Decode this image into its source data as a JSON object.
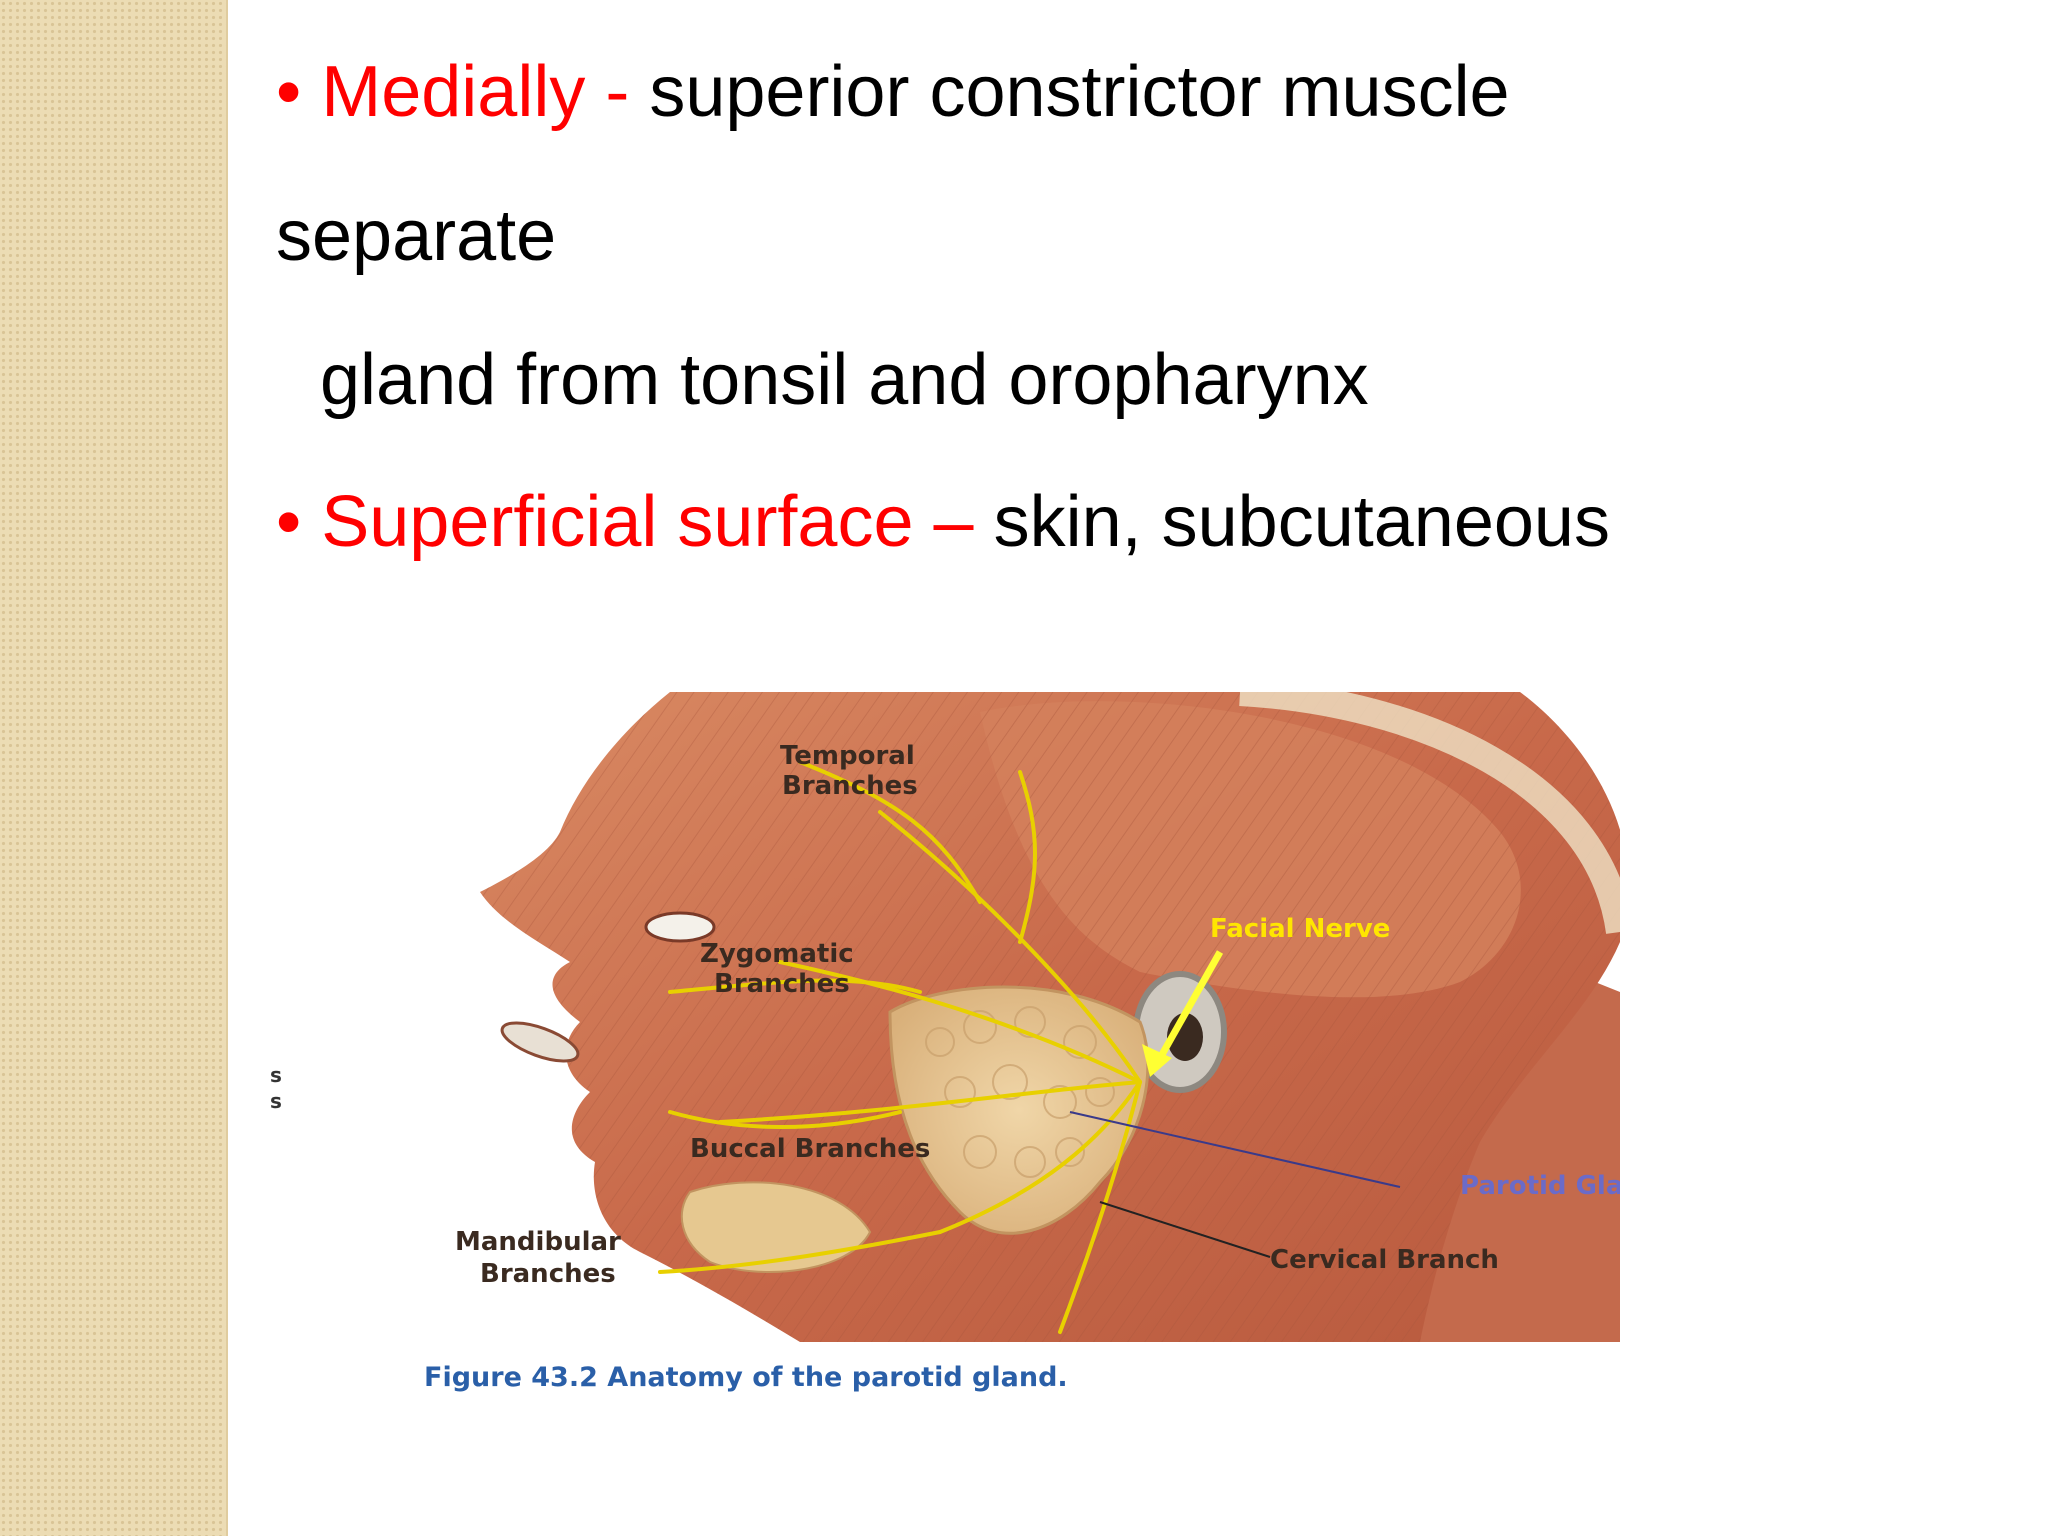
{
  "slide": {
    "bullet_symbol": "•",
    "line1": {
      "term": "Medially -",
      "text": "superior constrictor muscle"
    },
    "line2": "separate",
    "line3": "gland from tonsil and oropharynx",
    "line4": {
      "term": "Superficial surface –",
      "text": "skin, subcutaneous"
    }
  },
  "figure": {
    "labels": {
      "temporal_1": "Temporal",
      "temporal_2": "Branches",
      "zygomatic_1": "Zygomatic",
      "zygomatic_2": "Branches",
      "facial_nerve": "Facial Nerve",
      "buccal": "Buccal Branches",
      "parotid": "Parotid Gland",
      "mandibular_1": "Mandibular",
      "mandibular_2": "Branches",
      "cervical": "Cervical Branch"
    },
    "caption": "Figure 43.2 Anatomy of the parotid gland.",
    "stray_marks": "s\ns"
  },
  "colors": {
    "highlight": "#ff0000",
    "caption": "#2a5fa8",
    "nerve": "#e8d000",
    "muscle": "#c8694a",
    "gland": "#e8c89a"
  }
}
